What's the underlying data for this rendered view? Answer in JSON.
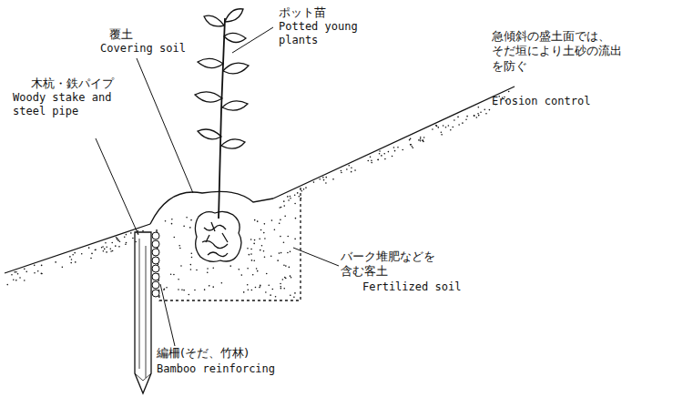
{
  "diagram": {
    "labels": [
      "ポット苗",
      "Potted young plants",
      "覆土",
      "Covering soil",
      "急傾斜の盛土面では、 そだ垣により土砂の流出 を防ぐ",
      "Erosion control",
      "木杭・鉄パイプ",
      "Woody stake and steel pipe",
      "バーク堆肥などを 含む客土",
      "Fertilized soil",
      "編柵(そだ、竹林)",
      "Bamboo reinforcing"
    ]
  }
}
